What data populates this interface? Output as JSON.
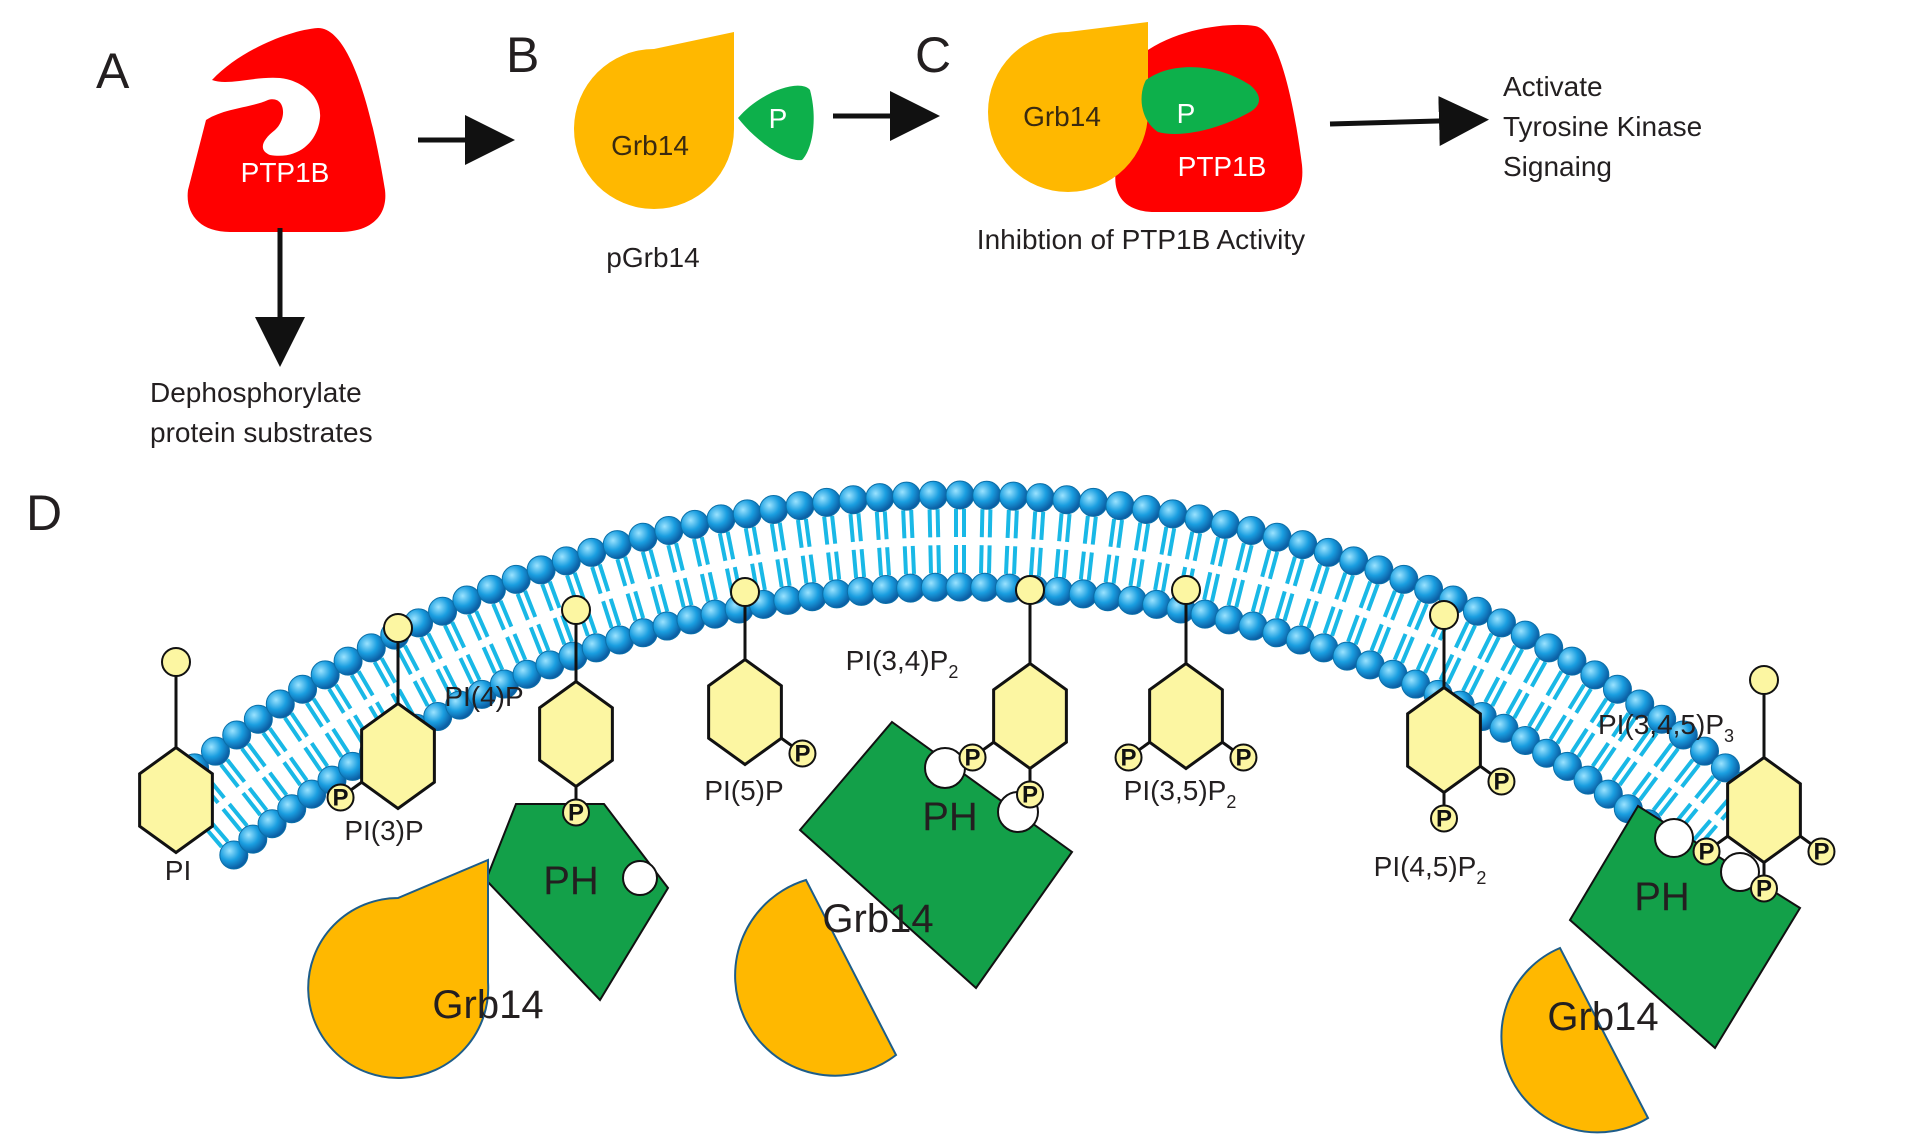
{
  "panels": {
    "a": {
      "letter": "A",
      "protein": "PTP1B",
      "action": "Dephosphorylate protein substrates"
    },
    "b": {
      "letter": "B",
      "protein": "Grb14",
      "phospho": "P",
      "caption": "pGrb14"
    },
    "c": {
      "letter": "C",
      "protein": "Grb14",
      "phospho": "P",
      "partner": "PTP1B",
      "caption": "Inhibtion of PTP1B Activity"
    },
    "outcome": {
      "lines": [
        "Activate",
        "Tyrosine Kinase",
        "Signaing"
      ]
    },
    "d": {
      "letter": "D",
      "phosphoinositides": [
        {
          "name": "PI"
        },
        {
          "name": "PI(3)P"
        },
        {
          "name": "PI(4)P"
        },
        {
          "name": "PI(5)P"
        },
        {
          "name": "PI(3,4)P",
          "subscript": "2"
        },
        {
          "name": "PI(3,5)P",
          "subscript": "2"
        },
        {
          "name": "PI(4,5)P",
          "subscript": "2"
        },
        {
          "name": "PI(3,4,5)P",
          "subscript": "3"
        }
      ],
      "phosphate_mark": "P",
      "domain_label": "PH",
      "adaptor_label": "Grb14"
    }
  },
  "colors": {
    "ptp1b": "#ff0000",
    "grb14": "#ffb800",
    "phosphate": "#0db04b",
    "ph_domain": "#13a049",
    "inositol": "#fcf6a2",
    "lipid_tail": "#19b8e6",
    "lipid_head": "#0a6fb5"
  }
}
